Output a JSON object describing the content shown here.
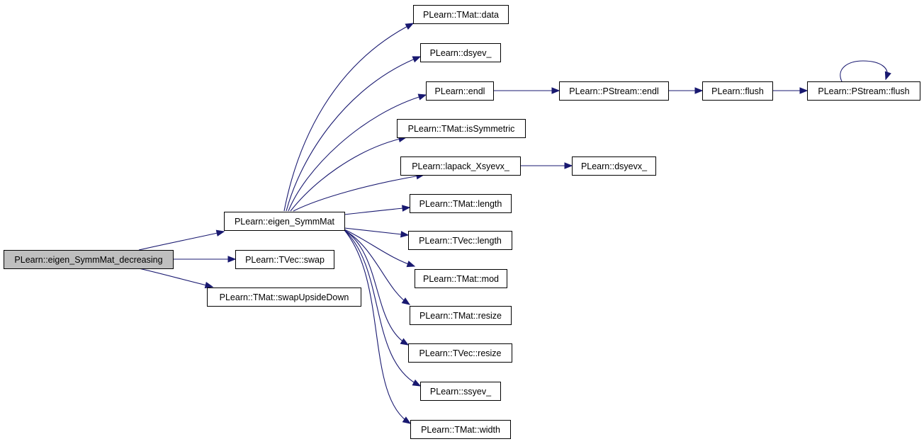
{
  "colors": {
    "edge": "#191970",
    "node_fill": "#ffffff",
    "root_fill": "#bfbfbf",
    "node_border": "#000000"
  },
  "nodes": [
    {
      "id": "root",
      "label": "PLearn::eigen_SymmMat_decreasing",
      "highlight": true
    },
    {
      "id": "eigen",
      "label": "PLearn::eigen_SymmMat"
    },
    {
      "id": "tvswap",
      "label": "PLearn::TVec::swap"
    },
    {
      "id": "swapud",
      "label": "PLearn::TMat::swapUpsideDown"
    },
    {
      "id": "data",
      "label": "PLearn::TMat::data"
    },
    {
      "id": "dsyev",
      "label": "PLearn::dsyev_"
    },
    {
      "id": "endl",
      "label": "PLearn::endl"
    },
    {
      "id": "issym",
      "label": "PLearn::TMat::isSymmetric"
    },
    {
      "id": "lapack",
      "label": "PLearn::lapack_Xsyevx_"
    },
    {
      "id": "tmlen",
      "label": "PLearn::TMat::length"
    },
    {
      "id": "tvlen",
      "label": "PLearn::TVec::length"
    },
    {
      "id": "mod",
      "label": "PLearn::TMat::mod"
    },
    {
      "id": "tmres",
      "label": "PLearn::TMat::resize"
    },
    {
      "id": "tvres",
      "label": "PLearn::TVec::resize"
    },
    {
      "id": "ssyev",
      "label": "PLearn::ssyev_"
    },
    {
      "id": "width",
      "label": "PLearn::TMat::width"
    },
    {
      "id": "psendl",
      "label": "PLearn::PStream::endl"
    },
    {
      "id": "flush",
      "label": "PLearn::flush"
    },
    {
      "id": "psflush",
      "label": "PLearn::PStream::flush"
    },
    {
      "id": "dsyevx",
      "label": "PLearn::dsyevx_"
    }
  ],
  "edges": [
    {
      "from": "root",
      "to": "eigen"
    },
    {
      "from": "root",
      "to": "tvswap"
    },
    {
      "from": "root",
      "to": "swapud"
    },
    {
      "from": "eigen",
      "to": "data"
    },
    {
      "from": "eigen",
      "to": "dsyev"
    },
    {
      "from": "eigen",
      "to": "endl"
    },
    {
      "from": "eigen",
      "to": "issym"
    },
    {
      "from": "eigen",
      "to": "lapack"
    },
    {
      "from": "eigen",
      "to": "tmlen"
    },
    {
      "from": "eigen",
      "to": "tvlen"
    },
    {
      "from": "eigen",
      "to": "mod"
    },
    {
      "from": "eigen",
      "to": "tmres"
    },
    {
      "from": "eigen",
      "to": "tvres"
    },
    {
      "from": "eigen",
      "to": "ssyev"
    },
    {
      "from": "eigen",
      "to": "width"
    },
    {
      "from": "endl",
      "to": "psendl"
    },
    {
      "from": "psendl",
      "to": "flush"
    },
    {
      "from": "flush",
      "to": "psflush"
    },
    {
      "from": "lapack",
      "to": "dsyevx"
    },
    {
      "from": "psflush",
      "to": "psflush"
    }
  ]
}
